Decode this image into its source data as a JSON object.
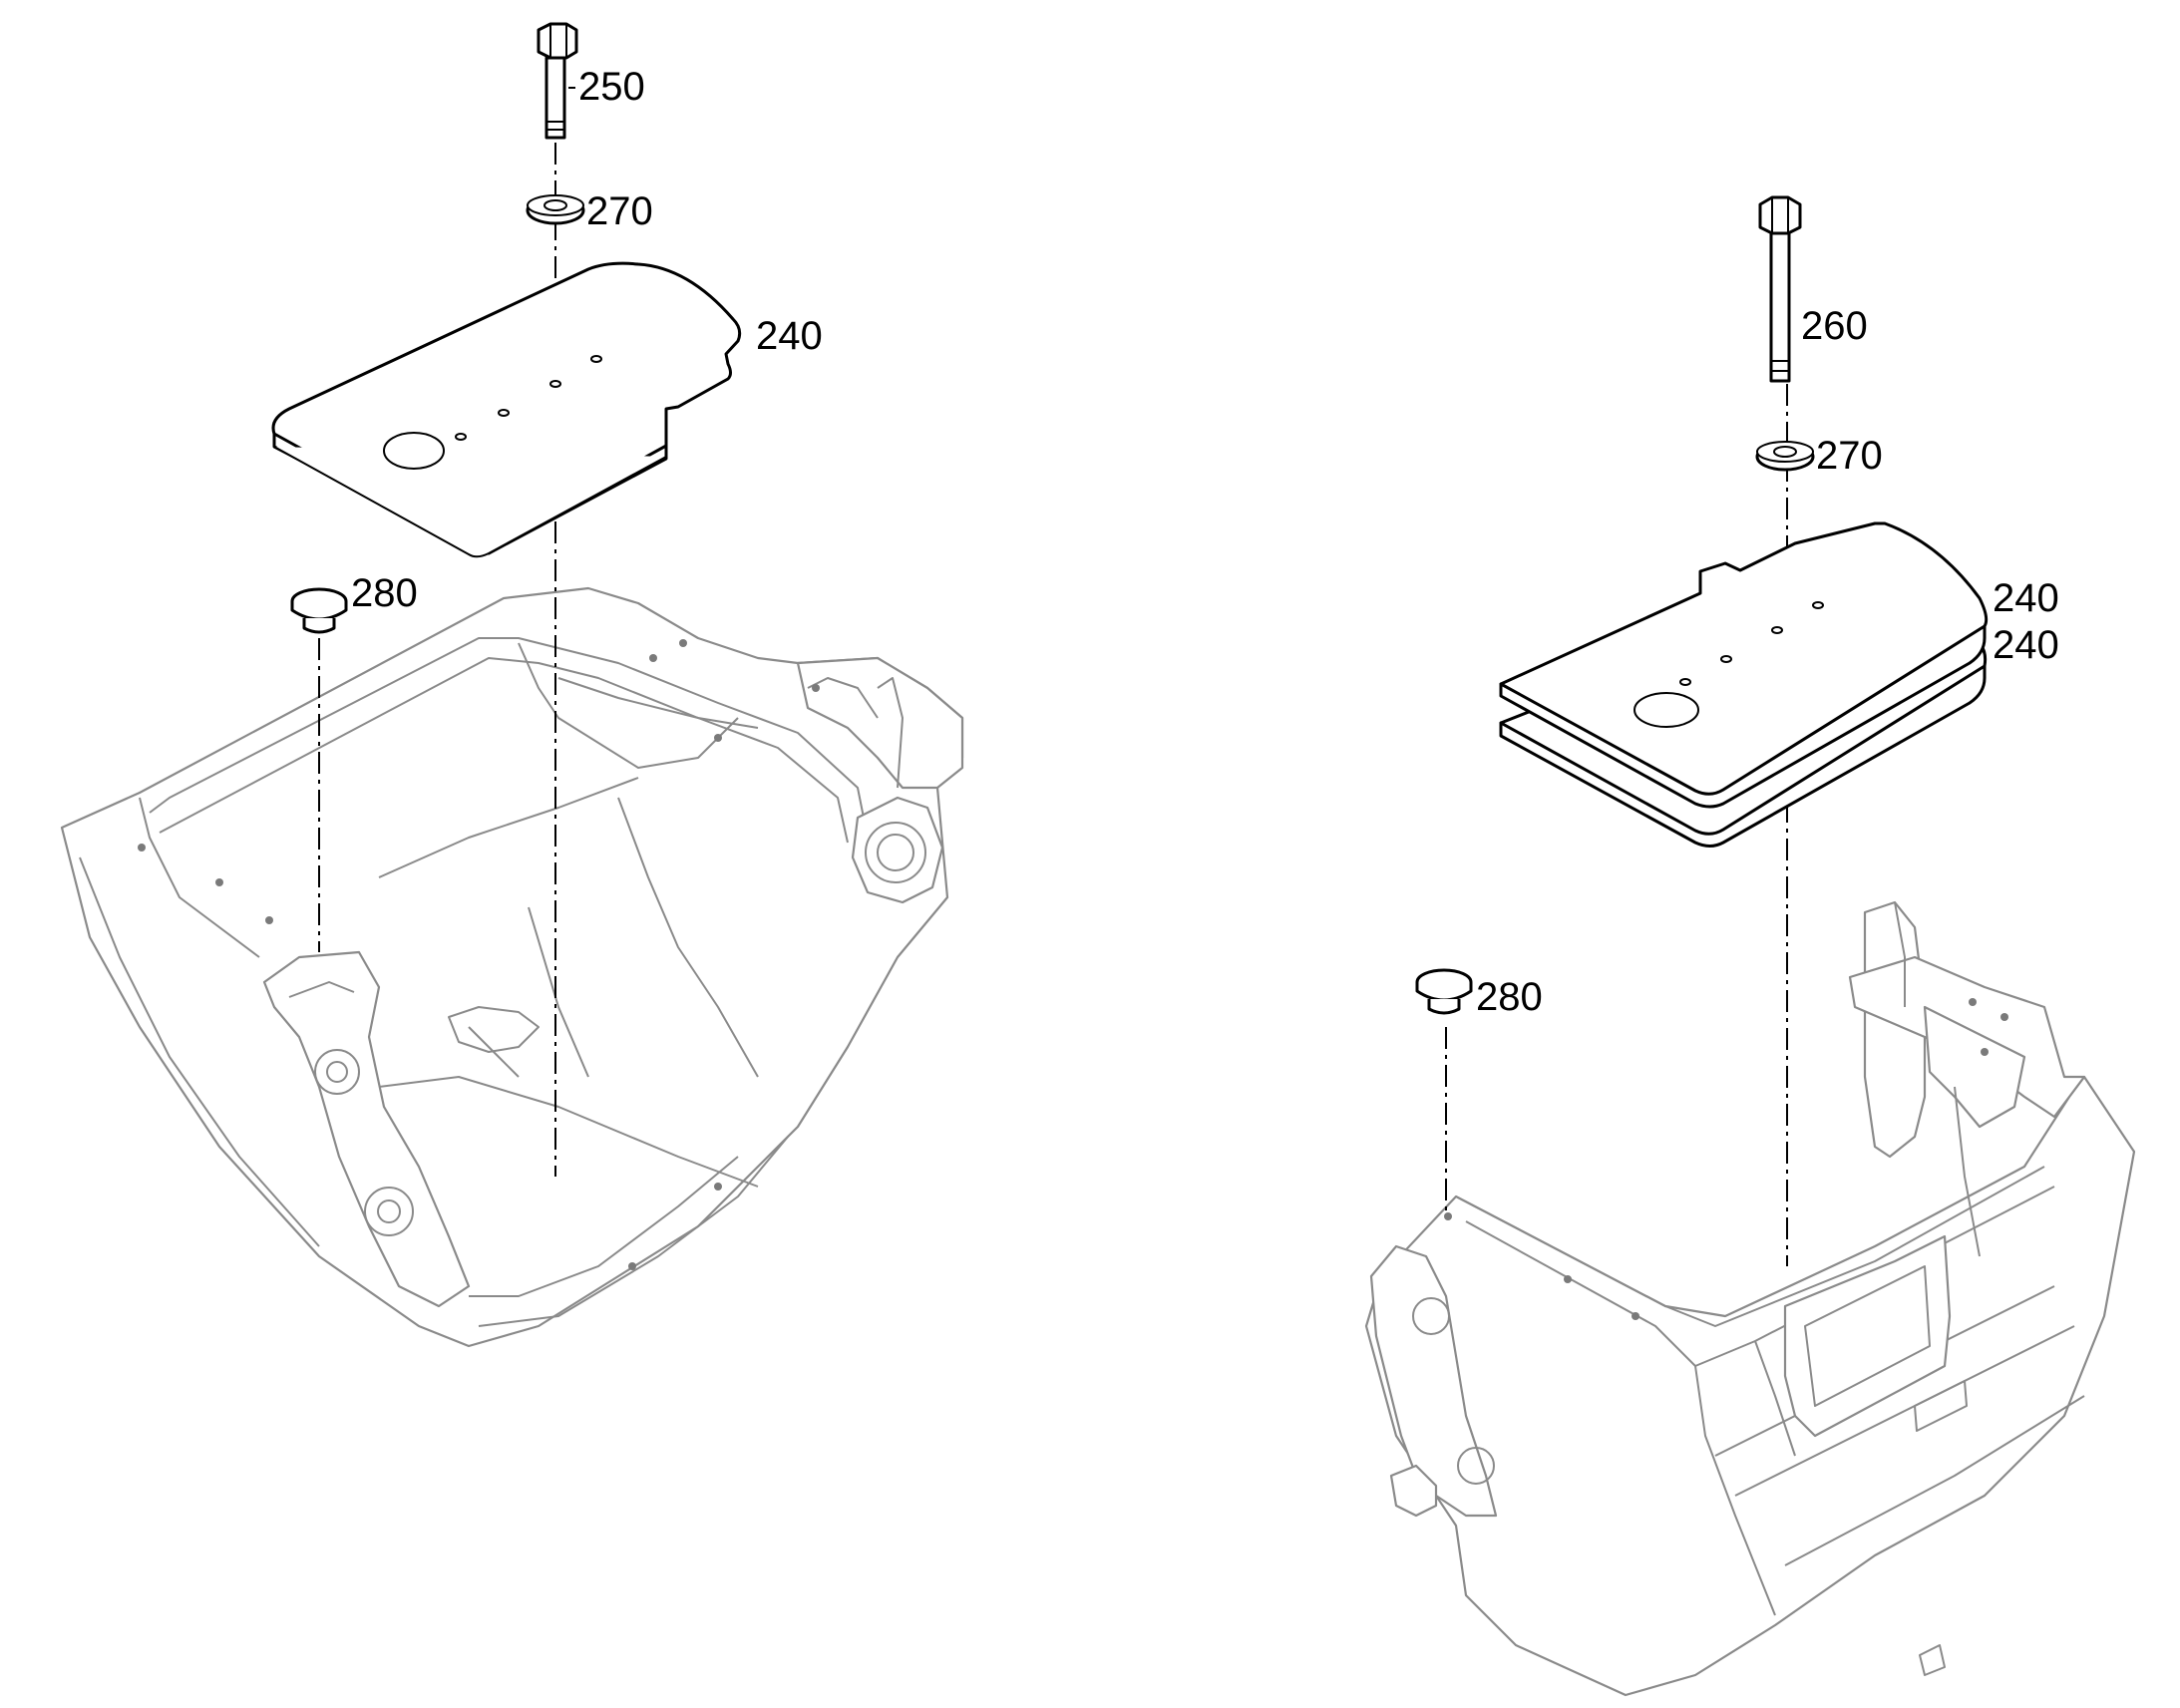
{
  "diagram": {
    "left_assembly": {
      "callouts": {
        "bolt": "250",
        "washer": "270",
        "plate": "240",
        "plug": "280"
      }
    },
    "right_assembly": {
      "callouts": {
        "bolt": "260",
        "washer": "270",
        "plate_upper": "240",
        "plate_lower": "240",
        "plug": "280"
      }
    }
  }
}
